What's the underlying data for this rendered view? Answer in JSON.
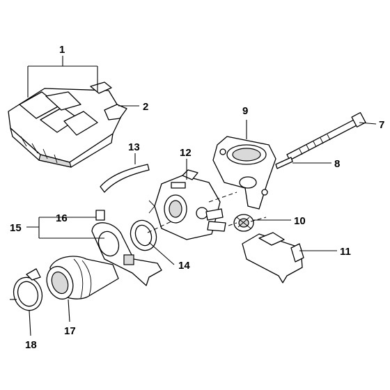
{
  "callouts": {
    "c1": "1",
    "c2": "2",
    "c7": "7",
    "c8": "8",
    "c9": "9",
    "c10": "10",
    "c11": "11",
    "c12": "12",
    "c13": "13",
    "c14": "14",
    "c15": "15",
    "c16": "16",
    "c17": "17",
    "c18": "18"
  },
  "colors": {
    "line": "#000000",
    "background": "#ffffff",
    "shade": "#d9d9d9"
  }
}
